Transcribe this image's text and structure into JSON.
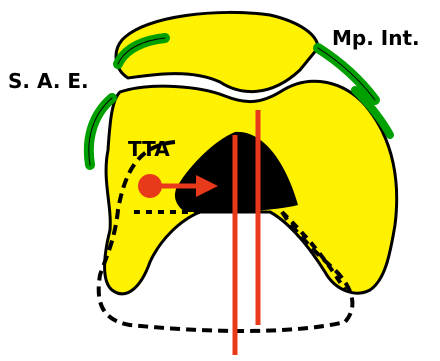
{
  "labels": {
    "mp_int": "Mp. Int.",
    "sae": "S. A. E.",
    "tta": "TTA"
  },
  "colors": {
    "background": "#ffffff",
    "bone": "#fff200",
    "outline": "#000000",
    "ligament": "#00a000",
    "measure_line": "#e83a1a",
    "tta_marker": "#e83a1a"
  }
}
